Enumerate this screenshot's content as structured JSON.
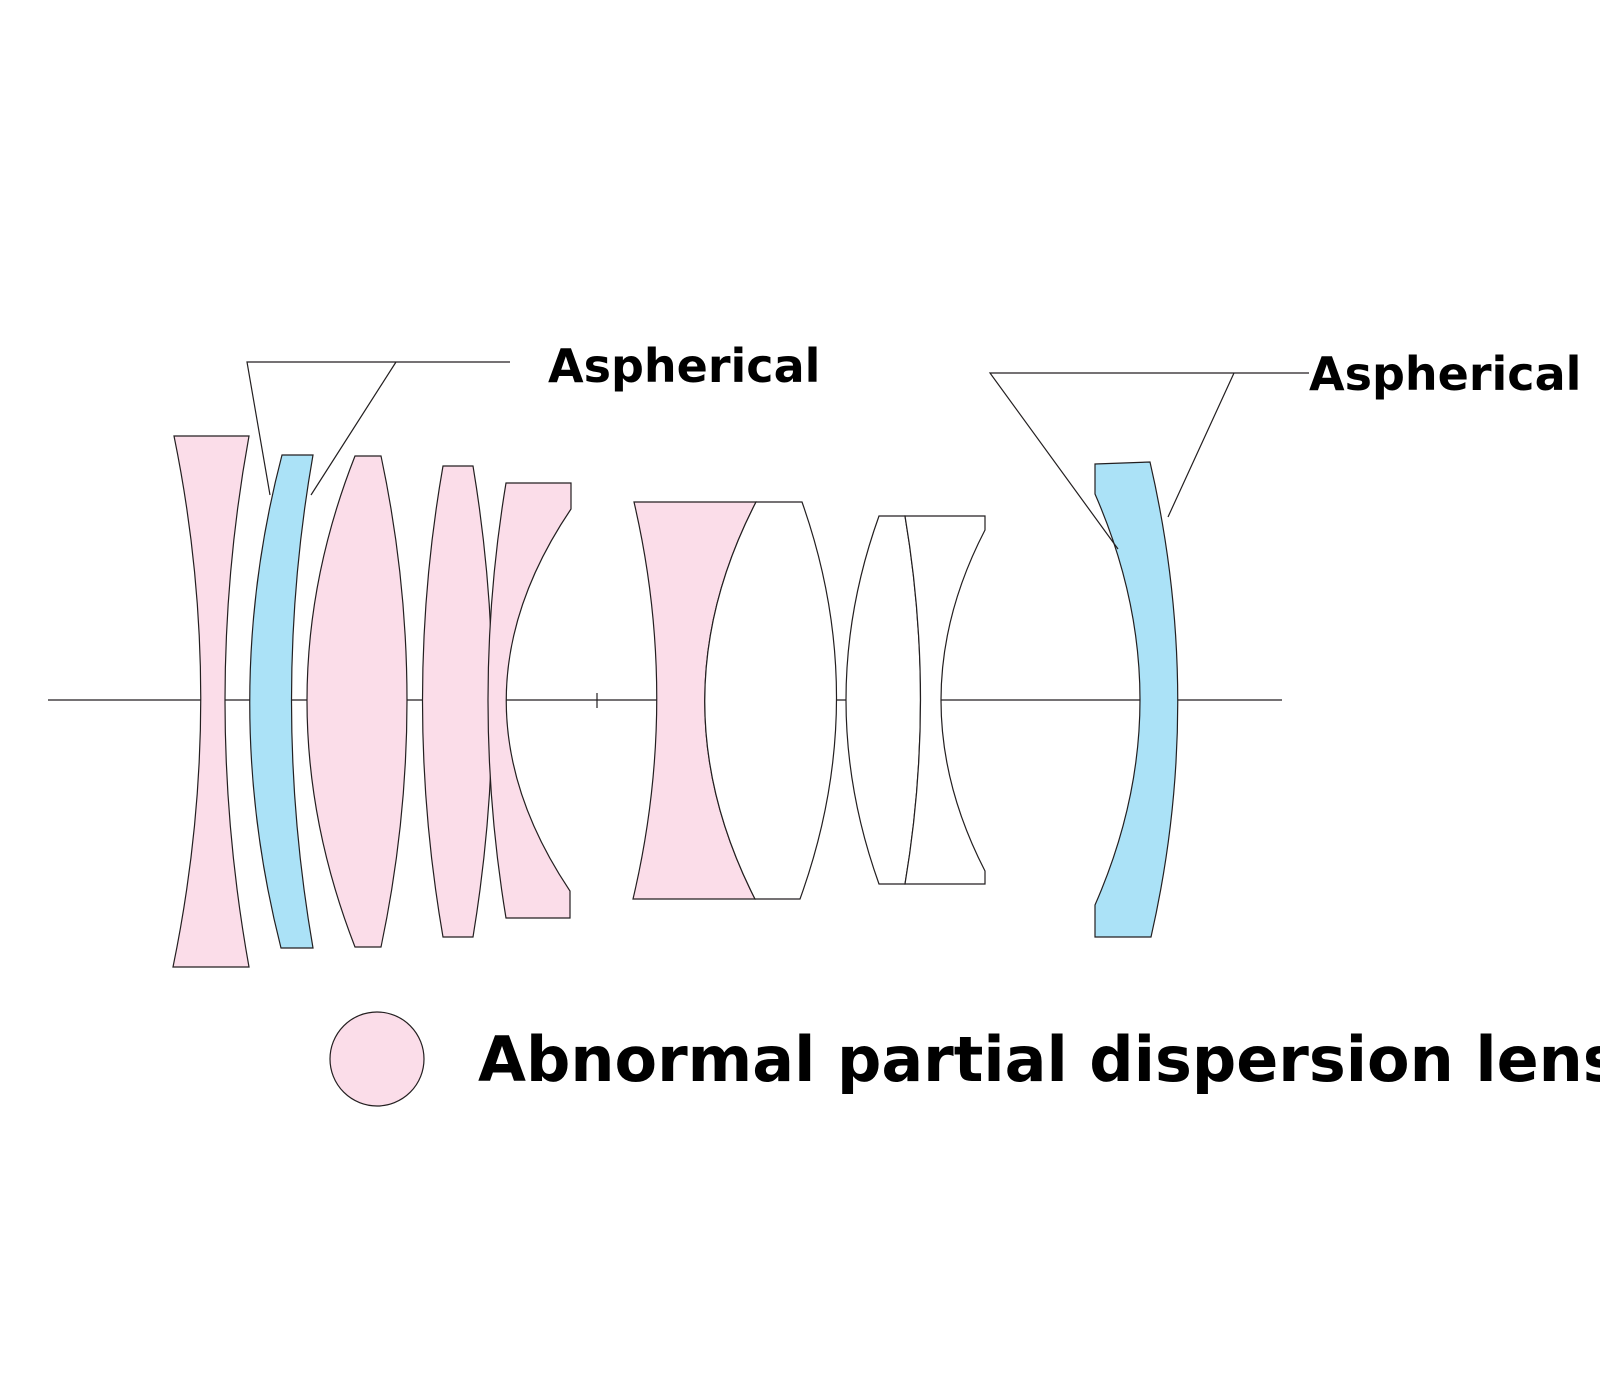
{
  "colors": {
    "abnormal_partial_dispersion": "#fbdde9",
    "aspherical": "#abe2f7",
    "standard": "#ffffff",
    "outline": "#231f20"
  },
  "callouts": [
    {
      "label": "Aspherical"
    },
    {
      "label": "Aspherical"
    }
  ],
  "legend": {
    "items": [
      {
        "label": "Abnormal partial dispersion lens",
        "swatch_color": "#fbdde9"
      }
    ]
  }
}
